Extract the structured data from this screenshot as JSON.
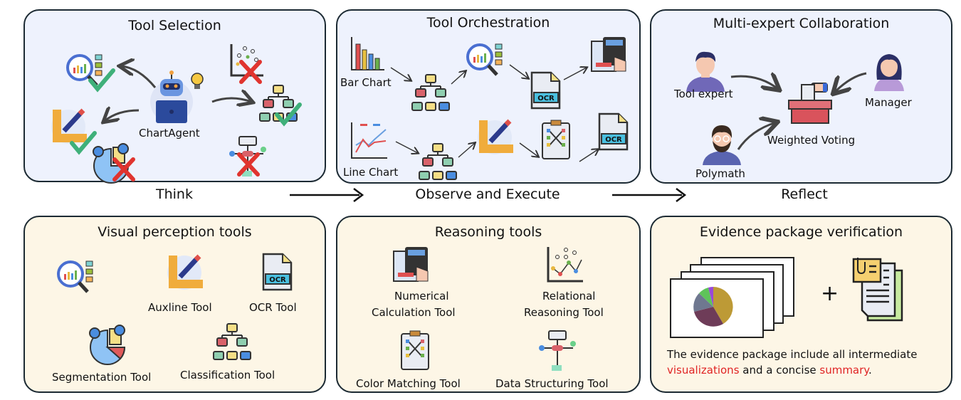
{
  "top_row": {
    "tool_selection": {
      "title": "Tool Selection",
      "agent_label": "ChartAgent",
      "stage_label": "Think",
      "selected_tools": [
        "chart-inspection",
        "auxline",
        "classification"
      ],
      "rejected_tools": [
        "relational-scatter",
        "segmentation",
        "data-structuring"
      ]
    },
    "tool_orchestration": {
      "title": "Tool Orchestration",
      "stage_label": "Observe and Execute",
      "bar_chart_label": "Bar Chart",
      "line_chart_label": "Line Chart",
      "ocr_label": "OCR"
    },
    "multi_expert": {
      "title": "Multi-expert Collaboration",
      "stage_label": "Reflect",
      "tool_expert": "Tool expert",
      "manager": "Manager",
      "polymath": "Polymath",
      "voting": "Weighted Voting"
    }
  },
  "bottom_row": {
    "visual_tools": {
      "title": "Visual perception tools",
      "auxline": "Auxline Tool",
      "ocr": "OCR Tool",
      "segmentation": "Segmentation Tool",
      "classification": "Classification Tool"
    },
    "reasoning_tools": {
      "title": "Reasoning tools",
      "numerical_l1": "Numerical",
      "numerical_l2": "Calculation Tool",
      "relational_l1": "Relational",
      "relational_l2": "Reasoning Tool",
      "color_matching": "Color Matching Tool",
      "data_structuring": "Data Structuring Tool"
    },
    "evidence": {
      "title": "Evidence package verification",
      "plus": "+",
      "desc_part1": "The evidence package include all intermediate",
      "desc_highlight1": "visualizations",
      "desc_part2": " and a concise ",
      "desc_highlight2": "summary",
      "desc_part3": "."
    }
  },
  "colors": {
    "panel_top_bg": "#eef2fd",
    "panel_bottom_bg": "#fdf6e6",
    "border": "#1c2a33",
    "highlight": "#e02424",
    "check": "#3fb07a",
    "cross": "#e0342f"
  }
}
